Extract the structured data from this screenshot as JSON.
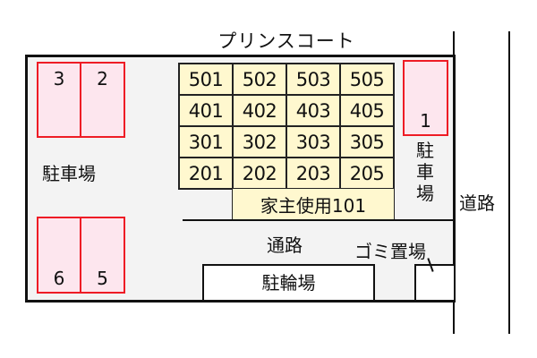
{
  "title": "プリンスコート",
  "colors": {
    "lot_fill": "#f3f3f3",
    "parking_fill": "#fde6ee",
    "parking_border": "#ee1c25",
    "unit_fill": "#fff8cf",
    "line": "#111111"
  },
  "parking_left_top": {
    "spaces": [
      "3",
      "2"
    ]
  },
  "parking_left_bottom": {
    "spaces": [
      "6",
      "5"
    ]
  },
  "parking_left_label": "駐車場",
  "parking_right": {
    "space": "1",
    "label_chars": [
      "駐",
      "車",
      "場"
    ]
  },
  "units": {
    "rows": [
      [
        "501",
        "502",
        "503",
        "505"
      ],
      [
        "401",
        "402",
        "403",
        "405"
      ],
      [
        "301",
        "302",
        "303",
        "305"
      ],
      [
        "201",
        "202",
        "203",
        "205"
      ]
    ],
    "owner_unit": "家主使用101"
  },
  "passage_label": "通路",
  "bicycle_parking_label": "駐輪場",
  "garbage_label": "ゴミ置場",
  "road_label": "道路"
}
